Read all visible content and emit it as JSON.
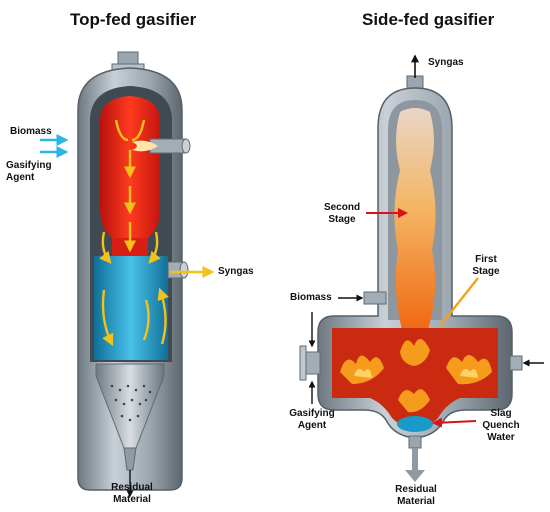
{
  "titles": {
    "left": "Top-fed gasifier",
    "right": "Side-fed gasifier"
  },
  "left_labels": {
    "biomass": "Biomass",
    "gasifying_agent_1": "Gasifying",
    "gasifying_agent_2": "Agent",
    "syngas": "Syngas",
    "residual_1": "Residual",
    "residual_2": "Material"
  },
  "right_labels": {
    "syngas": "Syngas",
    "second_stage_1": "Second",
    "second_stage_2": "Stage",
    "first_stage_1": "First",
    "first_stage_2": "Stage",
    "biomass": "Biomass",
    "gasifying_agent_1": "Gasifying",
    "gasifying_agent_2": "Agent",
    "slag_1": "Slag",
    "slag_2": "Quench",
    "slag_3": "Water",
    "residual_1": "Residual",
    "residual_2": "Material"
  },
  "colors": {
    "shell": "#8f9aa3",
    "shell_dark": "#5f6a73",
    "hot": "#e8261b",
    "flow": "#f2c21a",
    "cyan_arrow": "#2bb5e6",
    "water": "#1a9ac9",
    "pointer": "#d8141b",
    "flame": "#f28a1a"
  },
  "icons": [
    "arrow-icon",
    "flame-icon"
  ]
}
